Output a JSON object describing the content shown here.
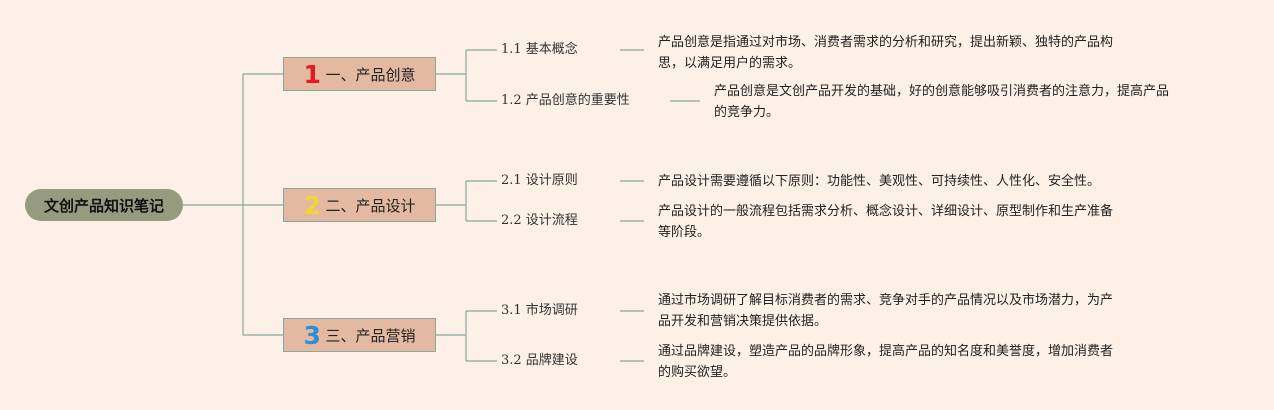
{
  "root": {
    "title": "文创产品知识笔记"
  },
  "colors": {
    "background": "#fdf0e6",
    "root_fill": "#969b7f",
    "branch_fill": "#e3b9a2",
    "connector": "#8aa79c",
    "number_1": "#e21b23",
    "number_2": "#f2d43a",
    "number_3": "#2e8fd6"
  },
  "branches": [
    {
      "number": "1",
      "number_icon": "red-number-1-icon",
      "label": "一、产品创意",
      "subtopics": [
        {
          "label": "1.1 基本概念",
          "lines": [
            "产品创意是指通过对市场、消费者需求的分析和研究，提出新颖、独特的产品构",
            "思，以满足用户的需求。"
          ]
        },
        {
          "label": "1.2 产品创意的重要性",
          "lines": [
            "产品创意是文创产品开发的基础，好的创意能够吸引消费者的注意力，提高产品",
            "的竞争力。"
          ]
        }
      ]
    },
    {
      "number": "2",
      "number_icon": "yellow-number-2-icon",
      "label": "二、产品设计",
      "subtopics": [
        {
          "label": "2.1 设计原则",
          "lines": [
            "产品设计需要遵循以下原则：功能性、美观性、可持续性、人性化、安全性。"
          ]
        },
        {
          "label": "2.2 设计流程",
          "lines": [
            "产品设计的一般流程包括需求分析、概念设计、详细设计、原型制作和生产准备",
            "等阶段。"
          ]
        }
      ]
    },
    {
      "number": "3",
      "number_icon": "blue-number-3-icon",
      "label": "三、产品营销",
      "subtopics": [
        {
          "label": "3.1 市场调研",
          "lines": [
            "通过市场调研了解目标消费者的需求、竞争对手的产品情况以及市场潜力，为产",
            "品开发和营销决策提供依据。"
          ]
        },
        {
          "label": "3.2 品牌建设",
          "lines": [
            "通过品牌建设，塑造产品的品牌形象，提高产品的知名度和美誉度，增加消费者",
            "的购买欲望。"
          ]
        }
      ]
    }
  ]
}
